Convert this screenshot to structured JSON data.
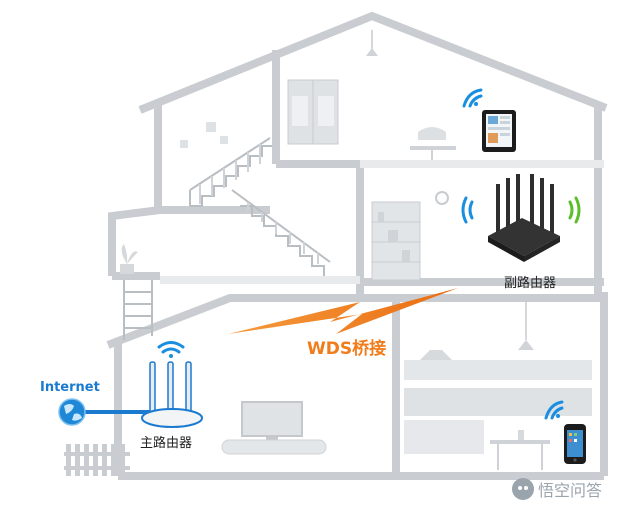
{
  "labels": {
    "internet": "Internet",
    "main_router": "主路由器",
    "sub_router": "副路由器",
    "wds_bridge": "WDS桥接",
    "watermark": "悟空问答"
  },
  "icons": {
    "internet": "globe-icon",
    "main_router": "three-antenna-router-icon",
    "sub_router": "six-antenna-router-icon",
    "tablet": "tablet-icon",
    "phone": "smartphone-icon",
    "wifi": "wifi-signal-icon",
    "bridge": "lightning-bolt-icon"
  },
  "colors": {
    "house_fill": "#e6e8ea",
    "house_line": "#c4c8cc",
    "wifi_blue": "#1a8fe0",
    "wifi_green": "#5cbf2a",
    "bridge_orange": "#f07c1b",
    "router_dark": "#2a2a2a"
  }
}
